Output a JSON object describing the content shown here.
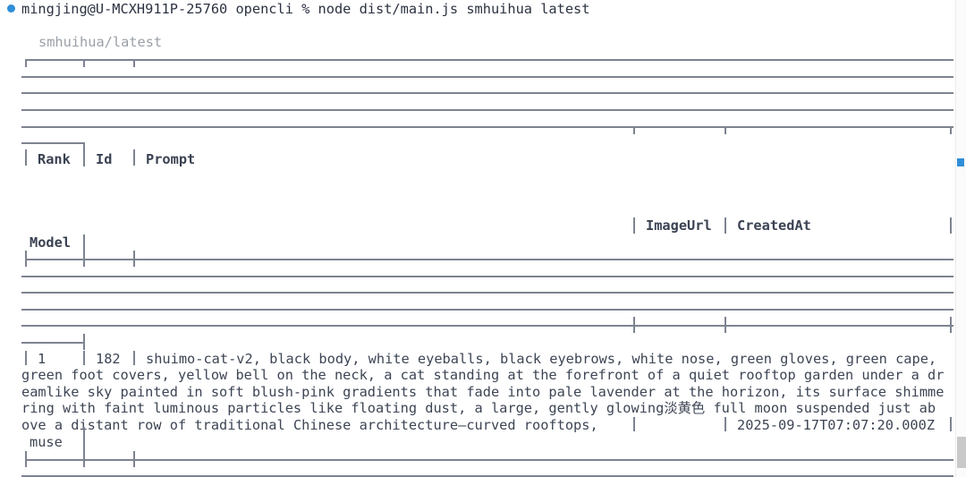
{
  "terminal": {
    "status_dot_color": "#2f8fd8",
    "command_line": "mingjing@U-MCXH911P-25760 opencli % node dist/main.js smhuihua latest",
    "table_title": "smhuihua/latest"
  },
  "table": {
    "headers": {
      "rank": "Rank",
      "id": "Id",
      "prompt": "Prompt",
      "imageurl": "ImageUrl",
      "createdat": "CreatedAt",
      "model": "Model"
    },
    "rows": [
      {
        "rank": "1",
        "id": "182",
        "prompt_lines": [
          "shuimo-cat-v2, black body, white eyeballs, black eyebrows, white nose, green gloves, green cape,",
          "green foot covers, yellow bell on the neck, a cat standing at the forefront of a quiet rooftop garden under a dr",
          "eamlike sky painted in soft blush-pink gradients that fade into pale lavender at the horizon, its surface shimme",
          "ring with faint luminous particles like floating dust, a large, gently glowing淡黄色 full moon suspended just ab",
          "ove a distant row of traditional Chinese architecture—curved rooftops,"
        ],
        "imageurl": "",
        "createdat": "2025-09-17T07:07:20.000Z",
        "model": "muse"
      }
    ]
  },
  "scrollbar": {
    "accent_color": "#2f8fd8",
    "thumb_color": "#c9c9c9"
  }
}
